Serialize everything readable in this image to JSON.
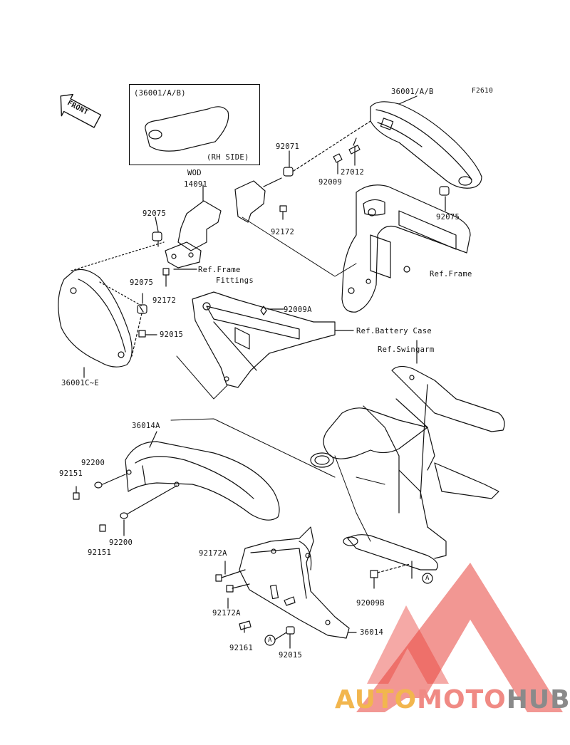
{
  "diagram_code": "F2610",
  "inset": {
    "title": "(36001/A/B)",
    "note": "(RH SIDE)"
  },
  "front_label": "FRONT",
  "labels": {
    "p36001AB": "36001/A/B",
    "p92071": "92071",
    "p27012": "27012",
    "p92009": "92009",
    "p92075_right": "92075",
    "wod": "WOD",
    "p14091": "14091",
    "p92075_left": "92075",
    "p92172_a": "92172",
    "ref_frame_fittings_1": "Ref.Frame",
    "ref_frame_fittings_2": "Fittings",
    "ref_frame": "Ref.Frame",
    "p92075_mid": "92075",
    "p92172_b": "92172",
    "p92009A": "92009A",
    "ref_battery_case": "Ref.Battery Case",
    "p92015_top": "92015",
    "ref_swingarm": "Ref.Swingarm",
    "p36001CE": "36001C~E",
    "p36014A": "36014A",
    "p92200_top": "92200",
    "p92151_top": "92151",
    "p92200_bottom": "92200",
    "p92151_bottom": "92151",
    "p92172A_top": "92172A",
    "p92172A_bottom": "92172A",
    "p92009B": "92009B",
    "p92161": "92161",
    "p92015_bottom": "92015",
    "p36014": "36014",
    "circle_a_left": "A",
    "circle_a_right": "A"
  },
  "watermark": {
    "part1": "AUTO",
    "part2": "MOTO",
    "part3": "HUB"
  },
  "colors": {
    "line": "#111111",
    "watermark_red": "#e8413a",
    "watermark_yellow": "#f2b64e",
    "watermark_gray": "#8a8a8a"
  }
}
